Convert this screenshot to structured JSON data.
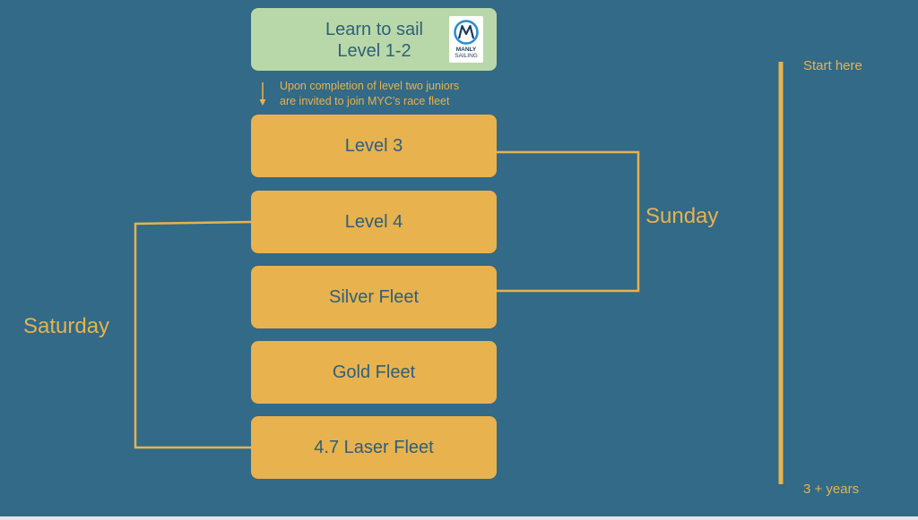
{
  "top_box": {
    "title_line1": "Learn to sail",
    "title_line2": "Level 1-2",
    "logo": {
      "icon": "manly-sailing-logo-icon",
      "text_line1": "MANLY",
      "text_line2": "SAILING"
    }
  },
  "note": {
    "line1": "Upon completion of level two juniors",
    "line2": "are invited to join MYC’s race fleet"
  },
  "levels": [
    "Level 3",
    "Level 4",
    "Silver Fleet",
    "Gold Fleet",
    "4.7 Laser Fleet"
  ],
  "groups": {
    "saturday": "Saturday",
    "sunday": "Sunday"
  },
  "timeline": {
    "start": "Start here",
    "end": "3 + years"
  },
  "colors": {
    "background": "#326a87",
    "box_fill": "#e8b24e",
    "top_box_fill": "#b8d8a9",
    "text": "#2f5f7a",
    "accent": "#e8b24e"
  }
}
